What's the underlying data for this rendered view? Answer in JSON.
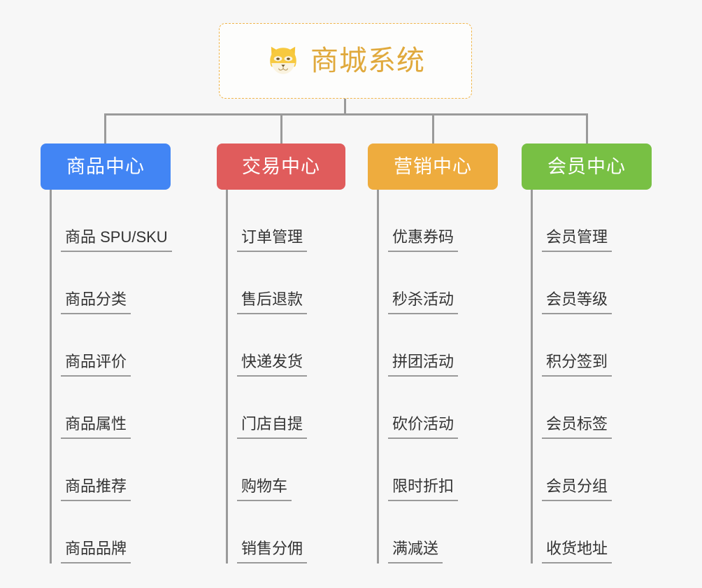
{
  "diagram": {
    "type": "mindmap-org-chart",
    "background_color": "#f7f7f7",
    "root": {
      "title": "商城系统",
      "icon": "shiba-dog-face-icon",
      "title_color": "#e0a93c",
      "border_color": "#f0b54a",
      "fill_color": "#fdfdfc"
    },
    "connector_color": "#9a9a9a",
    "branches": [
      {
        "label": "商品中心",
        "color": "#4285f4",
        "leaves": [
          "商品 SPU/SKU",
          "商品分类",
          "商品评价",
          "商品属性",
          "商品推荐",
          "商品品牌"
        ]
      },
      {
        "label": "交易中心",
        "color": "#e05c5c",
        "leaves": [
          "订单管理",
          "售后退款",
          "快递发货",
          "门店自提",
          "购物车",
          "销售分佣"
        ]
      },
      {
        "label": "营销中心",
        "color": "#eeac3e",
        "leaves": [
          "优惠券码",
          "秒杀活动",
          "拼团活动",
          "砍价活动",
          "限时折扣",
          "满减送"
        ]
      },
      {
        "label": "会员中心",
        "color": "#78c044",
        "leaves": [
          "会员管理",
          "会员等级",
          "积分签到",
          "会员标签",
          "会员分组",
          "收货地址"
        ]
      }
    ]
  }
}
